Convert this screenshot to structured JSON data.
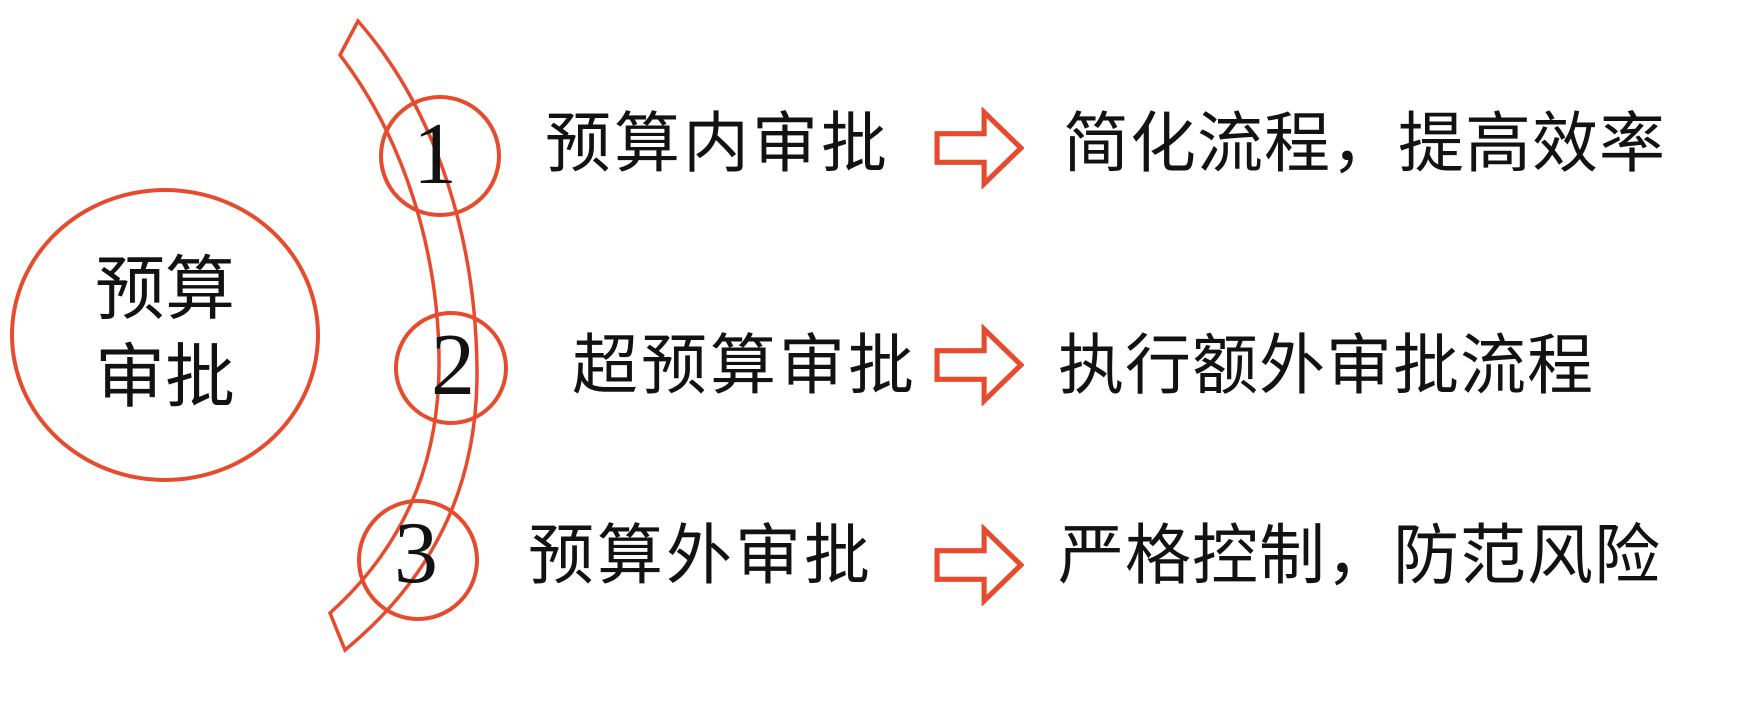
{
  "colors": {
    "accent": "#E64B2D",
    "text": "#121212",
    "background": "#FFFFFF"
  },
  "hub": {
    "label": "预算审批",
    "line1": "预算",
    "line2": "审批"
  },
  "items": [
    {
      "number": "1",
      "label": "预算内审批",
      "result": "简化流程，提高效率"
    },
    {
      "number": "2",
      "label": "超预算审批",
      "result": "执行额外审批流程"
    },
    {
      "number": "3",
      "label": "预算外审批",
      "result": "严格控制，防范风险"
    }
  ],
  "icons": {
    "arrow": "right-block-arrow-icon",
    "band": "arc-swoosh-band"
  }
}
